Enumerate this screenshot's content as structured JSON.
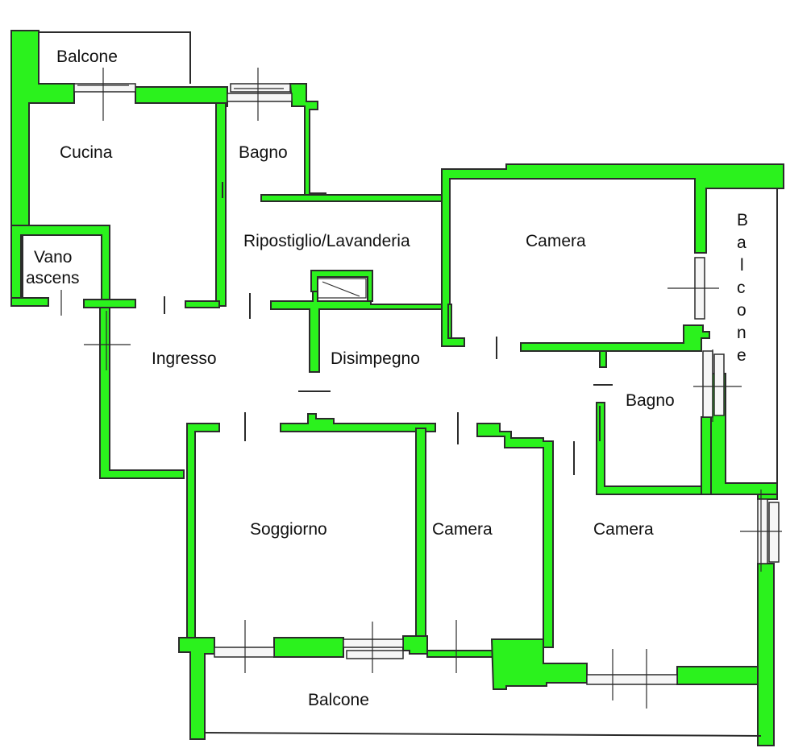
{
  "rooms": {
    "balcone_top": "Balcone",
    "cucina": "Cucina",
    "bagno_1": "Bagno",
    "vano_line1": "Vano",
    "vano_line2": "ascens",
    "ripostiglio": "Ripostiglio/Lavanderia",
    "camera_ne": "Camera",
    "balcone_right": [
      "B",
      "a",
      "l",
      "c",
      "o",
      "n",
      "e"
    ],
    "ingresso": "Ingresso",
    "disimpegno": "Disimpegno",
    "bagno_2": "Bagno",
    "soggiorno": "Soggiorno",
    "camera_mid": "Camera",
    "camera_se": "Camera",
    "balcone_bottom": "Balcone"
  },
  "colors": {
    "wall_fill": "#2bf21d",
    "outline": "#2b2b2b",
    "background": "#ffffff"
  }
}
